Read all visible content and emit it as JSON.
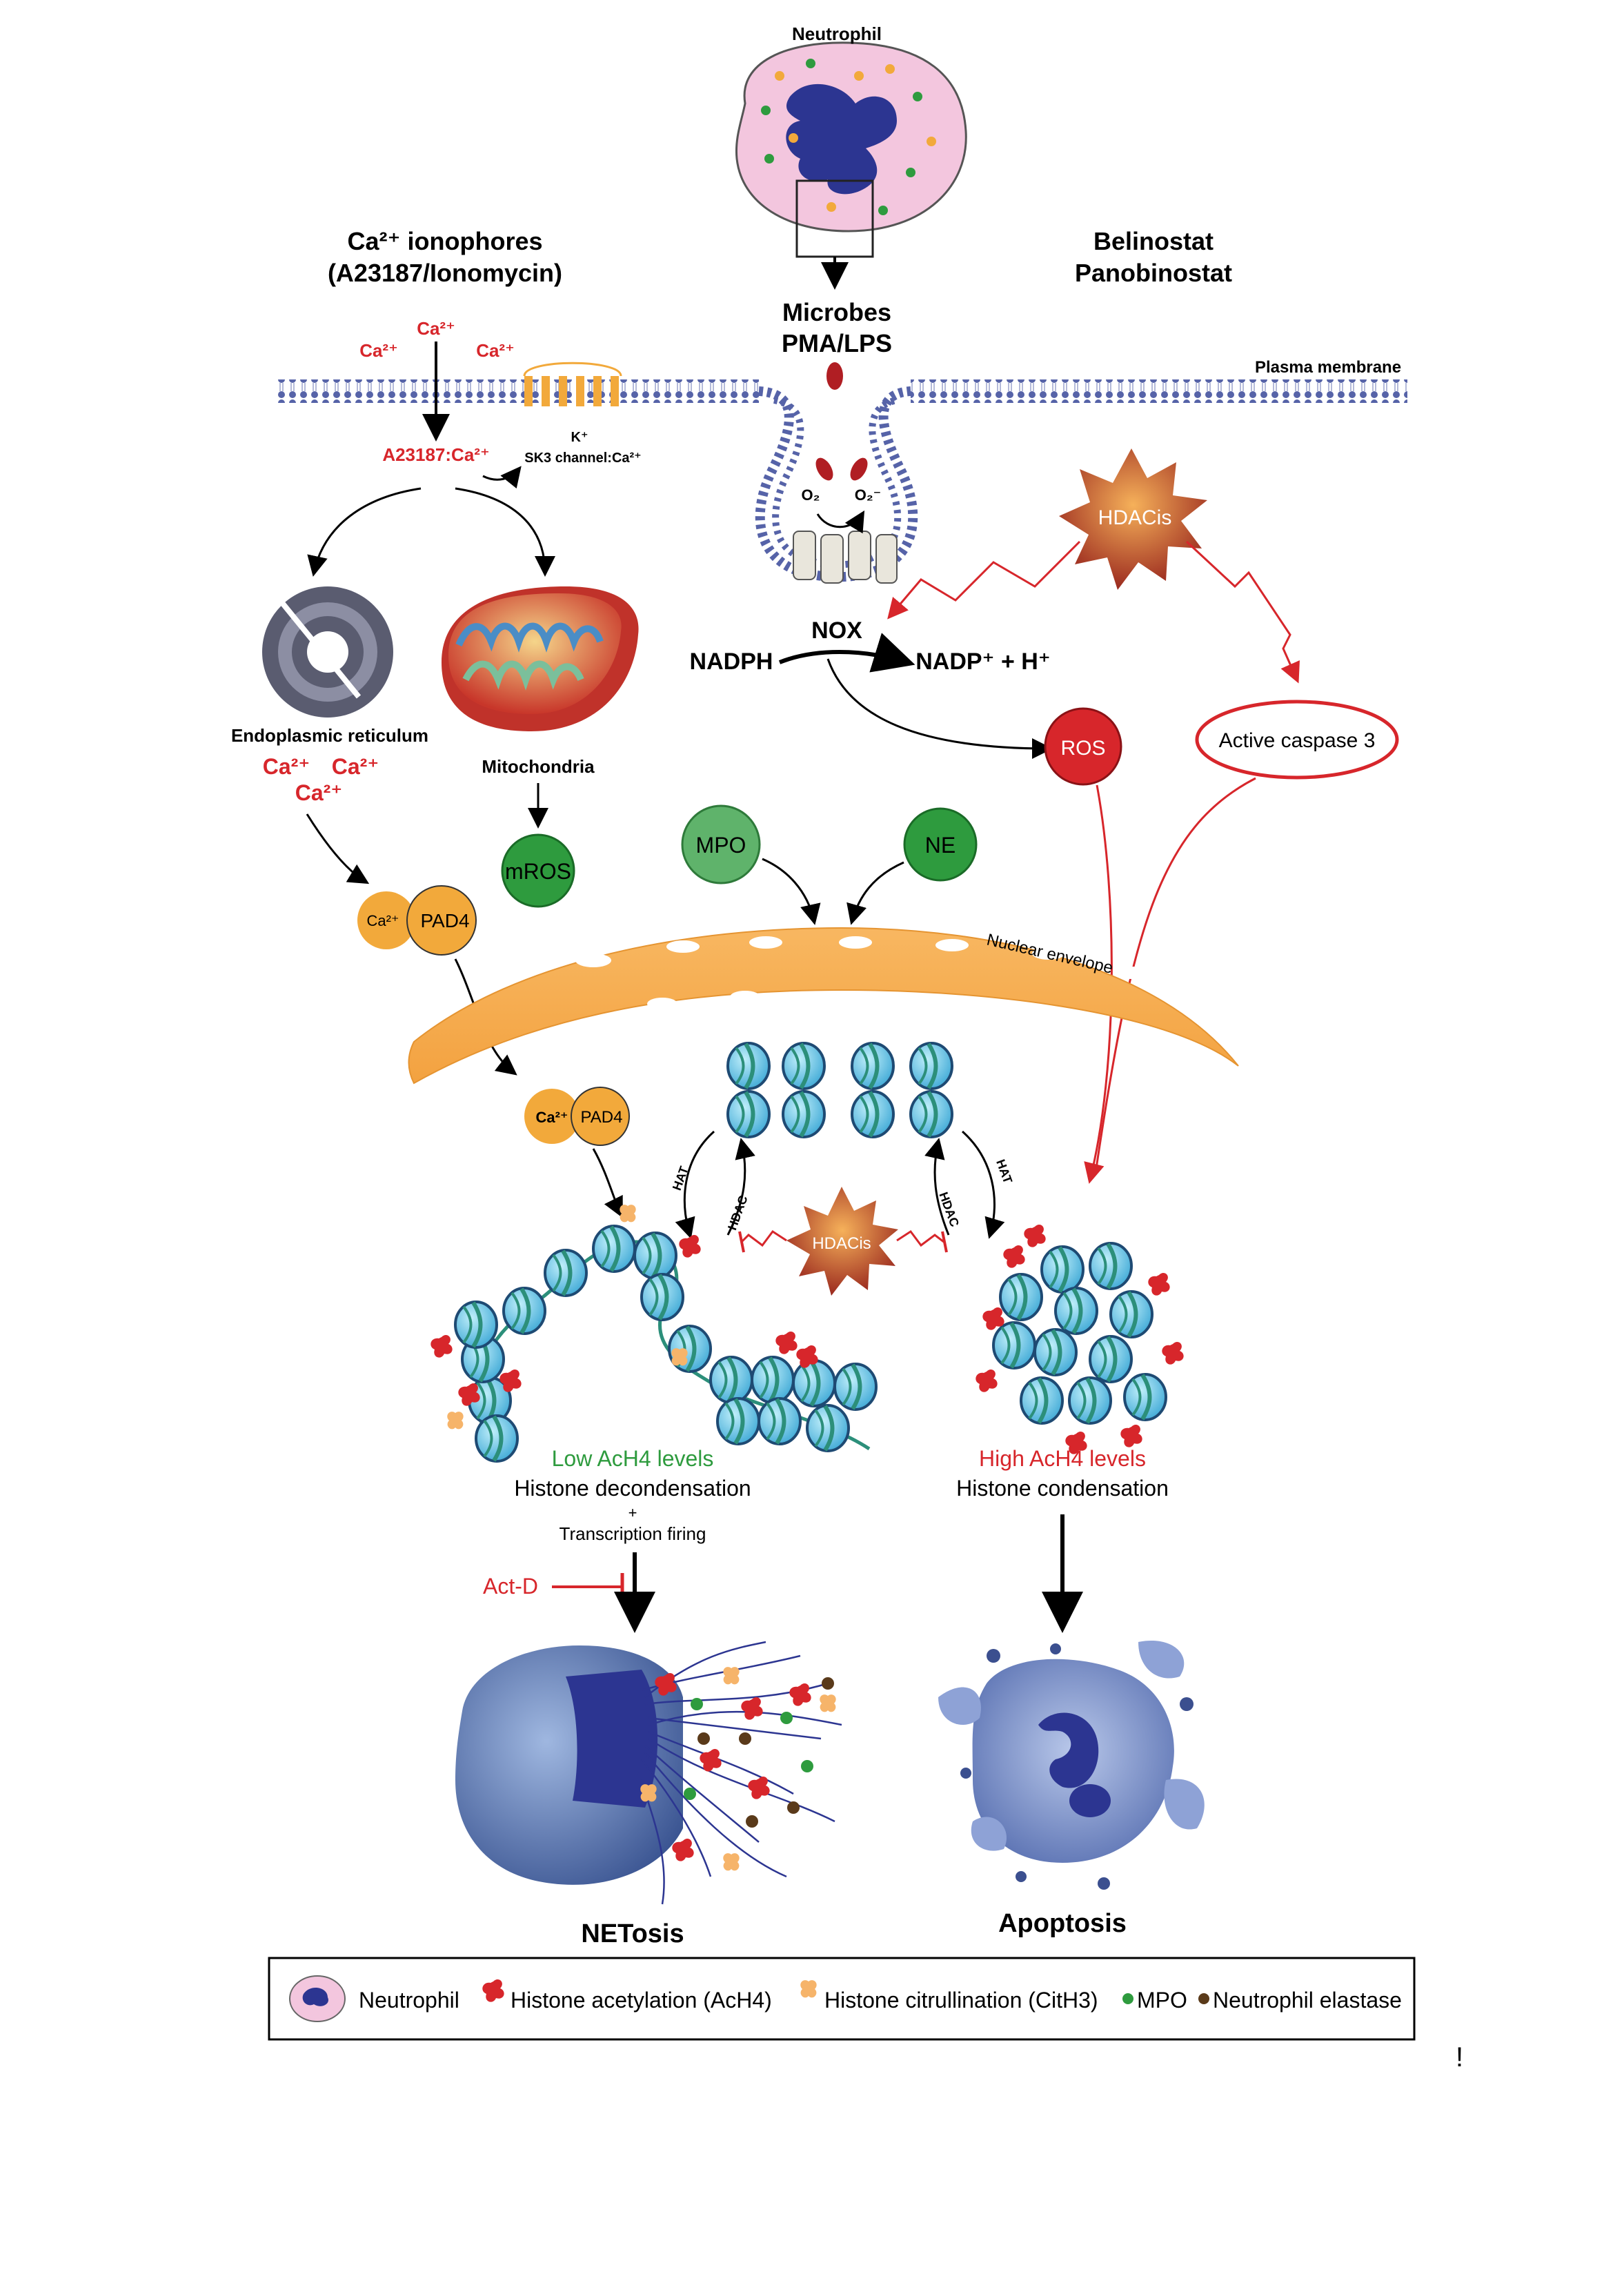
{
  "title_cell": "Neutrophil",
  "ionophores": {
    "line1": "Ca²⁺ ionophores",
    "line2": "(A23187/Ionomycin)"
  },
  "hdaci_drugs": {
    "line1": "Belinostat",
    "line2": "Panobinostat"
  },
  "stimuli": {
    "line1": "Microbes",
    "line2": "PMA/LPS"
  },
  "plasma_membrane": "Plasma membrane",
  "ca_ion": "Ca²⁺",
  "k_ion": "K⁺",
  "a23187_complex": "A23187:Ca²⁺",
  "sk3_channel": "SK3 channel:Ca²⁺",
  "er_label": "Endoplasmic reticulum",
  "mito_label": "Mitochondria",
  "mros": "mROS",
  "pad4": "PAD4",
  "ca_small": "Ca²⁺",
  "nox": "NOX",
  "nadph": "NADPH",
  "nadp": "NADP⁺ + H⁺",
  "o2": "O₂",
  "o2_minus": "O₂⁻",
  "hdacis": "HDACis",
  "ros": "ROS",
  "active_caspase3": "Active caspase 3",
  "mpo": "MPO",
  "ne": "NE",
  "nuclear_envelope": "Nuclear envelope",
  "hat": "HAT",
  "hdac": "HDAC",
  "low_ach4": "Low AcH4 levels",
  "histone_decond": "Histone decondensation",
  "plus": "+",
  "transcription": "Transcription firing",
  "act_d": "Act-D",
  "high_ach4": "High AcH4 levels",
  "histone_cond": "Histone condensation",
  "netosis": "NETosis",
  "apoptosis": "Apoptosis",
  "legend": {
    "neutrophil": "Neutrophil",
    "acetylation": "Histone acetylation (AcH4)",
    "citrullination": "Histone citrullination (CitH3)",
    "mpo": "MPO",
    "elastase": "Neutrophil elastase"
  },
  "stray_mark": "!",
  "colors": {
    "red": "#d7262b",
    "dark_red": "#b01e23",
    "green": "#2e9b3e",
    "orange": "#f2a93b",
    "nucleus_blue": "#2c3591",
    "cell_pink": "#f3c6de",
    "membrane_blue": "#5663a8"
  }
}
